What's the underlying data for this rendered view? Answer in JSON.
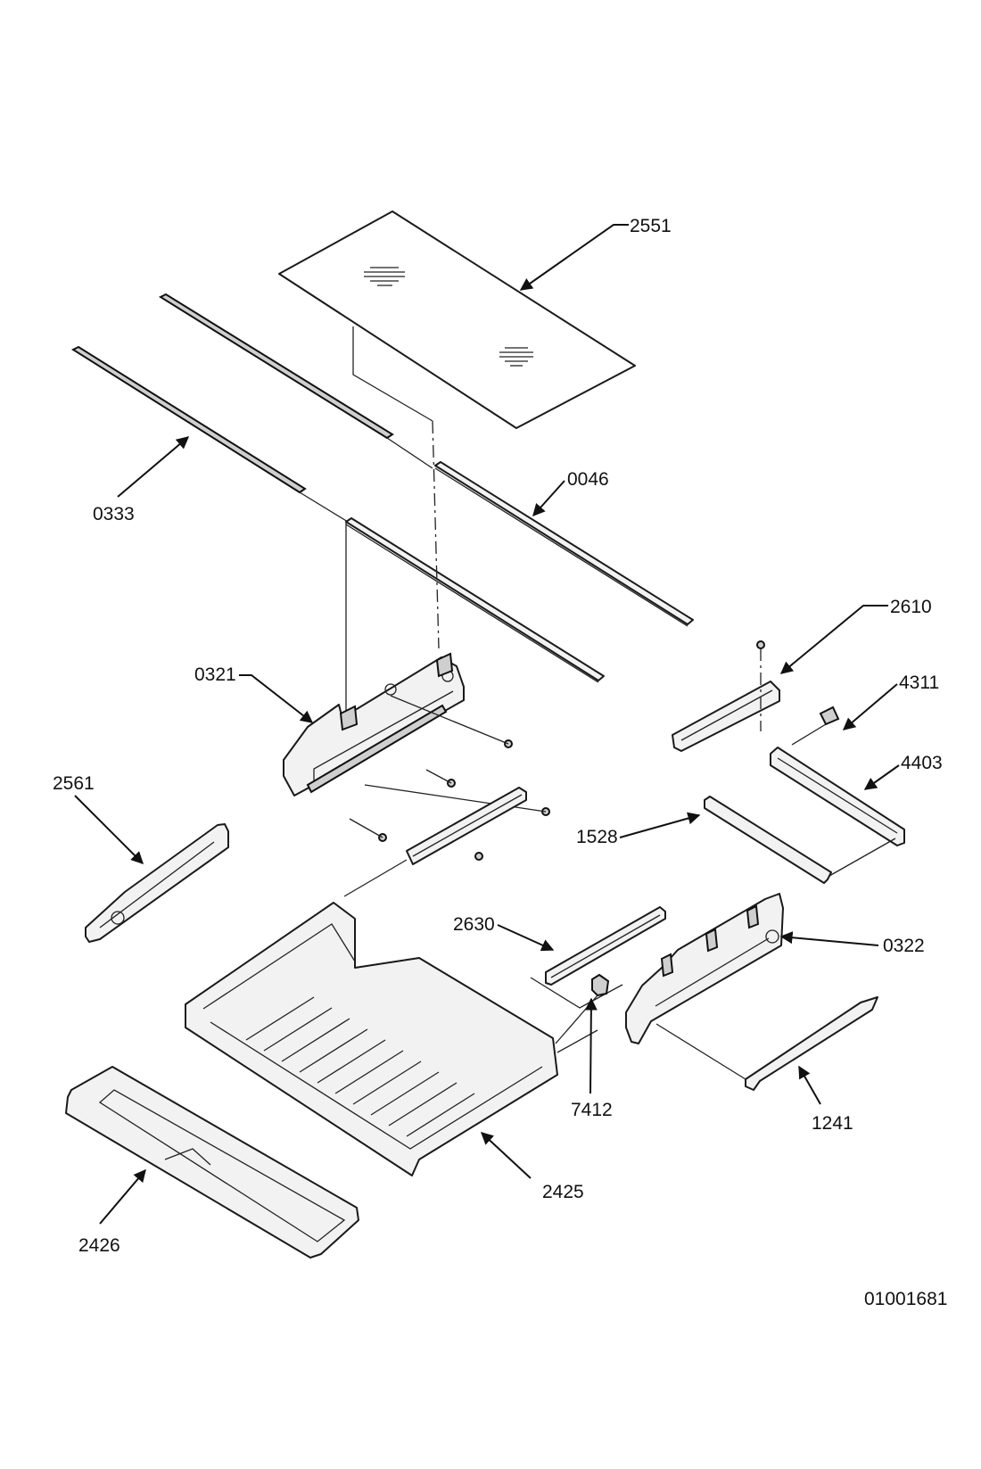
{
  "diagram": {
    "callouts": {
      "p2551": "2551",
      "p0046": "0046",
      "p0333": "0333",
      "p2610": "2610",
      "p0321": "0321",
      "p4311": "4311",
      "p4403": "4403",
      "p2561": "2561",
      "p1528": "1528",
      "p2630": "2630",
      "p0322": "0322",
      "p7412": "7412",
      "p1241": "1241",
      "p2425": "2425",
      "p2426": "2426"
    },
    "drawing_number": "01001681"
  }
}
